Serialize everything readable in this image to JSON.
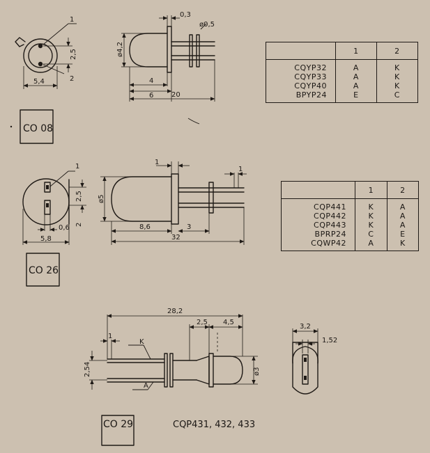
{
  "packages": [
    {
      "code": "CO 08",
      "end_dims": [
        "1",
        "2",
        "2,5",
        "5,4"
      ],
      "side_dims": [
        "0,3",
        "ø0,5",
        "ø4,2",
        "4",
        "6",
        "20"
      ],
      "pin_headers": [
        "1",
        "2"
      ],
      "rows": [
        {
          "type": "CQYP32",
          "p1": "A",
          "p2": "K"
        },
        {
          "type": "CQYP33",
          "p1": "A",
          "p2": "K"
        },
        {
          "type": "CQYP40",
          "p1": "A",
          "p2": "K"
        },
        {
          "type": "BPYP24",
          "p1": "E",
          "p2": "C"
        }
      ]
    },
    {
      "code": "CO 26",
      "end_dims": [
        "1",
        "2,5",
        "2",
        "0,6",
        "5,8"
      ],
      "side_dims": [
        "1",
        "1",
        "ø5",
        "8,6",
        "3",
        "32"
      ],
      "pin_headers": [
        "1",
        "2"
      ],
      "rows": [
        {
          "type": "CQP441",
          "p1": "K",
          "p2": "A"
        },
        {
          "type": "CQP442",
          "p1": "K",
          "p2": "A"
        },
        {
          "type": "CQP443",
          "p1": "K",
          "p2": "A"
        },
        {
          "type": "BPRP24",
          "p1": "C",
          "p2": "E"
        },
        {
          "type": "CQWP42",
          "p1": "A",
          "p2": "K"
        }
      ]
    },
    {
      "code": "CO 29",
      "caption": "CQP431, 432, 433",
      "side_dims": [
        "28,2",
        "2,5",
        "4,5",
        "1",
        "K",
        "2,54",
        "A",
        "ø3"
      ],
      "end_dims": [
        "3,2",
        "1,52"
      ]
    }
  ]
}
